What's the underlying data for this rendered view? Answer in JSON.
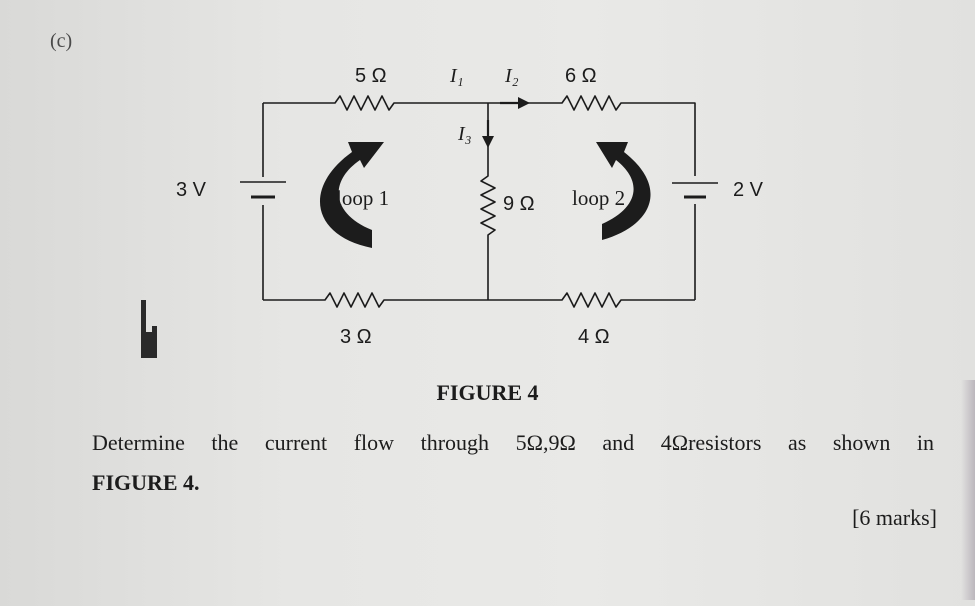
{
  "part_label": "(c)",
  "circuit": {
    "resistors": {
      "r5": "5 Ω",
      "r6": "6 Ω",
      "r9": "9 Ω",
      "r3": "3 Ω",
      "r4": "4 Ω"
    },
    "sources": {
      "left": "3 V",
      "right": "2 V"
    },
    "currents": {
      "i1": "I₁",
      "i2": "I₂",
      "i3": "I₃"
    },
    "loops": {
      "loop1": "loop 1",
      "loop2": "loop 2"
    }
  },
  "figure_caption": "FIGURE 4",
  "question_line1": "Determine the current flow through 5Ω,9Ω and 4Ωresistors as shown in",
  "question_line2": "FIGURE 4.",
  "marks": "[6 marks]"
}
